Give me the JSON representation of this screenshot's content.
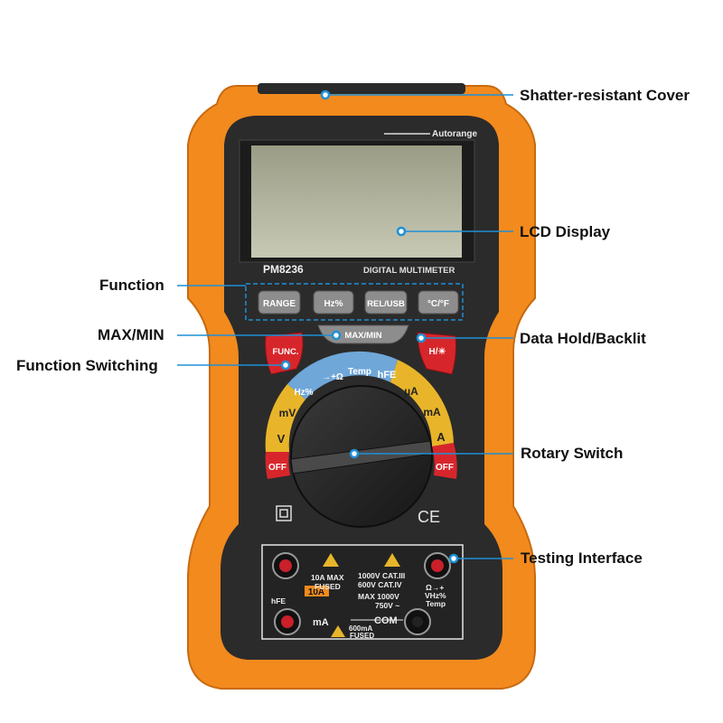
{
  "callouts": {
    "cover": "Shatter-resistant Cover",
    "lcd": "LCD Display",
    "function": "Function",
    "max_min": "MAX/MIN",
    "data_hold": "Data Hold/Backlit",
    "function_switching": "Function Switching",
    "rotary": "Rotary Switch",
    "testing": "Testing Interface"
  },
  "device": {
    "autorange": "Autorange",
    "model": "PM8236",
    "product": "DIGITAL MULTIMETER",
    "ce_mark": "CE"
  },
  "buttons": {
    "range": "RANGE",
    "hz": "Hz%",
    "rel_usb": "REL/USB",
    "temp_unit": "°C/°F",
    "max_min": "MAX/MIN",
    "func": "FUNC.",
    "hold_light": "H/☀"
  },
  "dial": {
    "off_left": "OFF",
    "off_right": "OFF",
    "v": "V",
    "mv": "mV",
    "hz": "Hz%",
    "diode_ohm": "→+Ω",
    "temp": "Temp",
    "hfe": "hFE",
    "ua": "µA",
    "ma": "mA",
    "a": "A"
  },
  "terminals": {
    "fuse_10a": "10A",
    "fuse_10a_note1": "10A MAX",
    "fuse_10a_note2": "FUSED",
    "cat1": "1000V CAT.III",
    "cat2": "600V CAT.IV",
    "max_v1": "MAX 1000V",
    "max_v2": "750V ~",
    "hfe": "hFE",
    "ma": "mA",
    "com": "COM",
    "ma_fuse1": "600mA",
    "ma_fuse2": "FUSED",
    "vhz1": "Ω→+",
    "vhz2": "VHz%",
    "vhz3": "Temp"
  },
  "colors": {
    "orange": "#f28a1e",
    "body": "#2b2b2b",
    "accent_line": "#1e90d6",
    "red": "#d7262b",
    "yellow": "#e8b52a"
  }
}
